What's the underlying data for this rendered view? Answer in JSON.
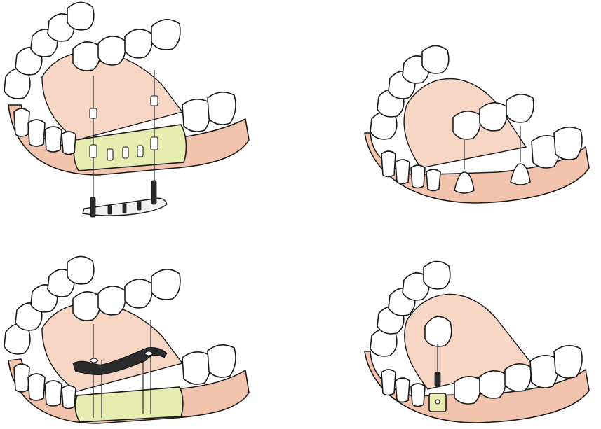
{
  "colors": {
    "gum": "#f2c4ad",
    "gum_shade": "#e3a88f",
    "palate": "#f7d6c6",
    "graft": "#e7ecb1",
    "graft_edge": "#d7df8e",
    "background": "#ffffff"
  },
  "panels": [
    {
      "id": "top-left",
      "depiction": "implant-bridge-with-bar-attachment-exploded"
    },
    {
      "id": "top-right",
      "depiction": "three-unit-tooth-supported-bridge-exploded"
    },
    {
      "id": "bottom-left",
      "depiction": "implant-overdenture-bar-exploded"
    },
    {
      "id": "bottom-right",
      "depiction": "single-implant-crown-exploded"
    }
  ]
}
